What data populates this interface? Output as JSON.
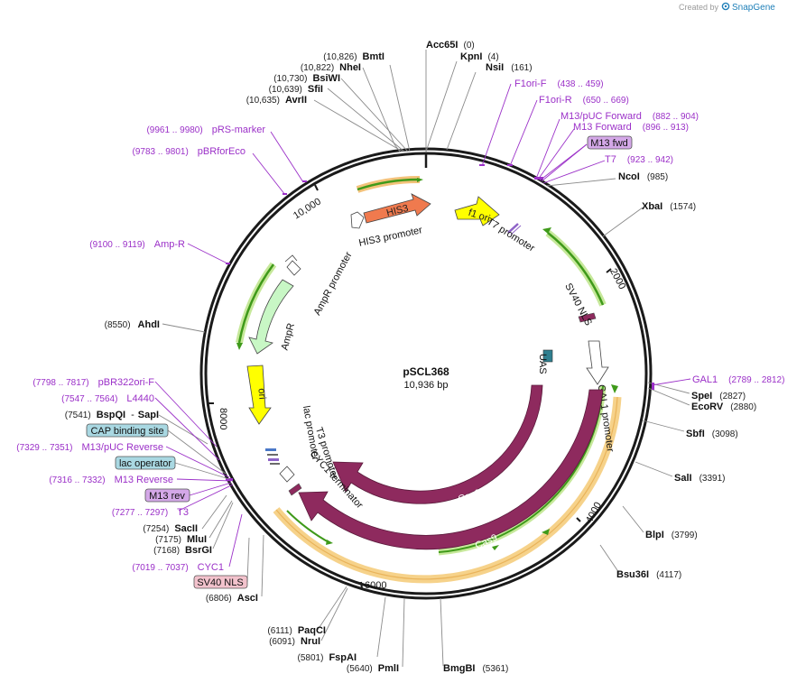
{
  "credit": {
    "text": "Created by",
    "brand": "SnapGene"
  },
  "plasmid": {
    "name": "pSCL368",
    "size": "10,936 bp"
  },
  "ruler": {
    "ticks": [
      "2000",
      "4000",
      "6000",
      "8000",
      "10,000"
    ]
  },
  "features": {
    "his3": "HIS3",
    "his3_promoter": "HIS3 promoter",
    "f1_ori": "f1 ori",
    "t7_promoter": "T7 promoter",
    "sv40_nls": "SV40 NLS",
    "uas": "UAS",
    "gal1_promoter": "GAL1 promoter",
    "cas9_inner": "Cas9",
    "cas9_outer": "Cas9",
    "ampr_promoter": "AmpR promoter",
    "ampr": "AmpR",
    "ori": "ori",
    "lac_promoter": "lac promoter",
    "t3_promoter": "T3 promoter",
    "cyc1_terminator": "CYC1 terminator"
  },
  "enzymes": {
    "acc65i": {
      "name": "Acc65I",
      "coord": "(0)"
    },
    "kpni": {
      "name": "KpnI",
      "coord": "(4)"
    },
    "nsii": {
      "name": "NsiI",
      "coord": "(161)"
    },
    "ncoi": {
      "name": "NcoI",
      "coord": "(985)"
    },
    "xbai": {
      "name": "XbaI",
      "coord": "(1574)"
    },
    "spei": {
      "name": "SpeI",
      "coord": "(2827)"
    },
    "ecorv": {
      "name": "EcoRV",
      "coord": "(2880)"
    },
    "sbfi": {
      "name": "SbfI",
      "coord": "(3098)"
    },
    "sali": {
      "name": "SalI",
      "coord": "(3391)"
    },
    "blpi": {
      "name": "BlpI",
      "coord": "(3799)"
    },
    "bsu36i": {
      "name": "Bsu36I",
      "coord": "(4117)"
    },
    "bmgbi": {
      "name": "BmgBI",
      "coord": "(5361)"
    },
    "pmli": {
      "name": "PmlI",
      "coord": "(5640)"
    },
    "fspai": {
      "name": "FspAI",
      "coord": "(5801)"
    },
    "nrui": {
      "name": "NruI",
      "coord": "(6091)"
    },
    "paqci": {
      "name": "PaqCI",
      "coord": "(6111)"
    },
    "asci": {
      "name": "AscI",
      "coord": "(6806)"
    },
    "bsrgi": {
      "name": "BsrGI",
      "coord": "(7168)"
    },
    "mlui": {
      "name": "MluI",
      "coord": "(7175)"
    },
    "sacii": {
      "name": "SacII",
      "coord": "(7254)"
    },
    "bspqi": {
      "name": "BspQI",
      "coord": "(7541)",
      "sep": "-",
      "alt": "SapI"
    },
    "ahdi": {
      "name": "AhdI",
      "coord": "(8550)"
    },
    "avrii": {
      "name": "AvrII",
      "coord": "(10,635)"
    },
    "sfii": {
      "name": "SfiI",
      "coord": "(10,639)"
    },
    "bsiwi": {
      "name": "BsiWI",
      "coord": "(10,730)"
    },
    "nhei": {
      "name": "NheI",
      "coord": "(10,822)"
    },
    "bmti": {
      "name": "BmtI",
      "coord": "(10,826)"
    }
  },
  "primers": {
    "f1ori_f": {
      "name": "F1ori-F",
      "coord": "(438 .. 459)"
    },
    "f1ori_r": {
      "name": "F1ori-R",
      "coord": "(650 .. 669)"
    },
    "m13puc_fwd": {
      "name": "M13/pUC Forward",
      "coord": "(882 .. 904)"
    },
    "m13_forward": {
      "name": "M13 Forward",
      "coord": "(896 .. 913)"
    },
    "t7": {
      "name": "T7",
      "coord": "(923 .. 942)"
    },
    "gal1": {
      "name": "GAL1",
      "coord": "(2789 .. 2812)"
    },
    "prs_marker": {
      "name": "pRS-marker",
      "coord": "(9961 .. 9980)"
    },
    "pbrforeco": {
      "name": "pBRforEco",
      "coord": "(9783 .. 9801)"
    },
    "amp_r": {
      "name": "Amp-R",
      "coord": "(9100 .. 9119)"
    },
    "pbr322ori_f": {
      "name": "pBR322ori-F",
      "coord": "(7798 .. 7817)"
    },
    "l4440": {
      "name": "L4440",
      "coord": "(7547 .. 7564)"
    },
    "m13puc_rev": {
      "name": "M13/pUC Reverse",
      "coord": "(7329 .. 7351)"
    },
    "m13_reverse": {
      "name": "M13 Reverse",
      "coord": "(7316 .. 7332)"
    },
    "t3": {
      "name": "T3",
      "coord": "(7277 .. 7297)"
    },
    "cyc1": {
      "name": "CYC1",
      "coord": "(7019 .. 7037)"
    }
  },
  "boxes": {
    "m13_fwd": "M13 fwd",
    "cap_binding_site": "CAP binding site",
    "lac_operator": "lac operator",
    "m13_rev": "M13 rev",
    "sv40_nls": "SV40 NLS"
  },
  "colors": {
    "backbone": "#1a1a1a",
    "enzyme_line": "#8a8a8a",
    "primer": "#9b30c8",
    "cas9": "#8e2a5e",
    "his3": "#f07a4e",
    "f1_ori": "#ffff00",
    "ori": "#ffff00",
    "ampr": "#c8f7c5",
    "promoter_white": "#ffffff",
    "uas": "#2f7f8f",
    "orf_green": "#3f9a1a",
    "orf_halo_yellow": "#f6e28a",
    "orf_halo_orange": "#f3c27a",
    "box_purple": "#d4a8e8",
    "box_blue": "#a9d8e2",
    "box_pink": "#f2c2cc",
    "brand_blue": "#1e7fb8"
  }
}
